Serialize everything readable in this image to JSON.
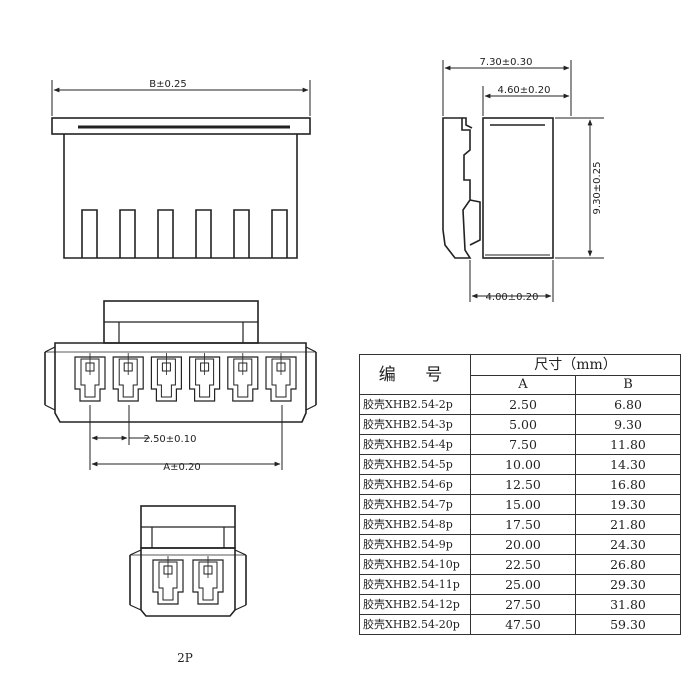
{
  "dimensions": {
    "b": "B±0.25",
    "depth_total": "7.30±0.30",
    "depth_body": "4.60±0.20",
    "height": "9.30±0.25",
    "bottom_depth": "4.00±0.20",
    "pitch": "2.50±0.10",
    "a": "A±0.20"
  },
  "variant_label": "2P",
  "table": {
    "header_code": "编 号",
    "header_size": "尺寸（mm）",
    "col_a": "A",
    "col_b": "B",
    "rows": [
      {
        "code": "胶壳XHB2.54-2p",
        "a": "2.50",
        "b": "6.80"
      },
      {
        "code": "胶壳XHB2.54-3p",
        "a": "5.00",
        "b": "9.30"
      },
      {
        "code": "胶壳XHB2.54-4p",
        "a": "7.50",
        "b": "11.80"
      },
      {
        "code": "胶壳XHB2.54-5p",
        "a": "10.00",
        "b": "14.30"
      },
      {
        "code": "胶壳XHB2.54-6p",
        "a": "12.50",
        "b": "16.80"
      },
      {
        "code": "胶壳XHB2.54-7p",
        "a": "15.00",
        "b": "19.30"
      },
      {
        "code": "胶壳XHB2.54-8p",
        "a": "17.50",
        "b": "21.80"
      },
      {
        "code": "胶壳XHB2.54-9p",
        "a": "20.00",
        "b": "24.30"
      },
      {
        "code": "胶壳XHB2.54-10p",
        "a": "22.50",
        "b": "26.80"
      },
      {
        "code": "胶壳XHB2.54-11p",
        "a": "25.00",
        "b": "29.30"
      },
      {
        "code": "胶壳XHB2.54-12p",
        "a": "27.50",
        "b": "31.80"
      },
      {
        "code": "胶壳XHB2.54-20p",
        "a": "47.50",
        "b": "59.30"
      }
    ]
  }
}
